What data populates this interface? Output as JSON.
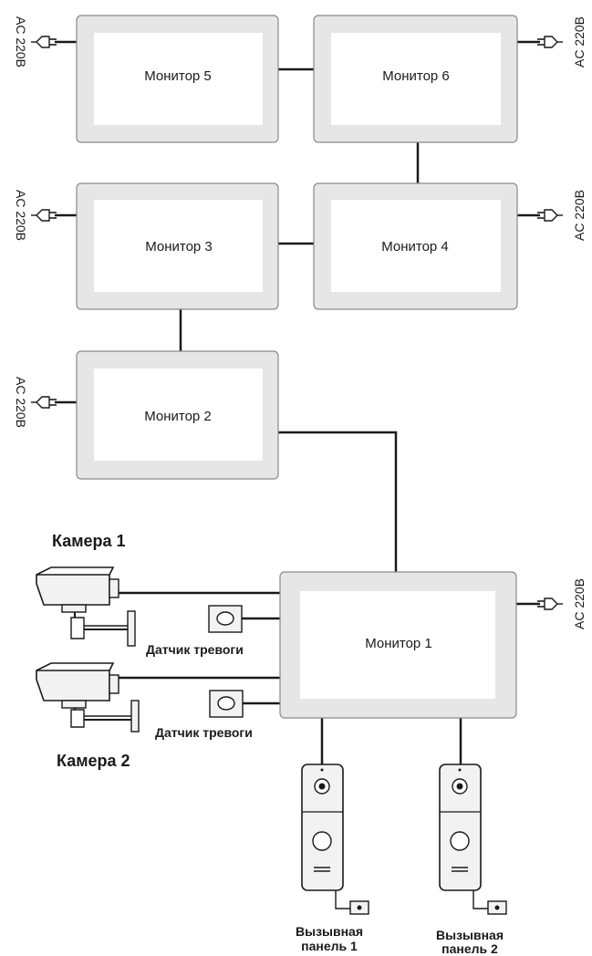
{
  "monitors": {
    "m1": "Монитор 1",
    "m2": "Монитор 2",
    "m3": "Монитор 3",
    "m4": "Монитор 4",
    "m5": "Монитор 5",
    "m6": "Монитор 6"
  },
  "power_label": "AC 220B",
  "cameras": {
    "cam1": "Камера 1",
    "cam2": "Камера 2"
  },
  "sensors": {
    "s1": "Датчик тревоги",
    "s2": "Датчик тревоги"
  },
  "panels": {
    "p1_line1": "Вызывная",
    "p1_line2": "панель 1",
    "p2_line1": "Вызывная",
    "p2_line2": "панель 2"
  },
  "colors": {
    "frame": "#e6e6e6",
    "frame_border": "#8a8a8a",
    "screen": "#ffffff",
    "wire": "#1a1a1a"
  }
}
